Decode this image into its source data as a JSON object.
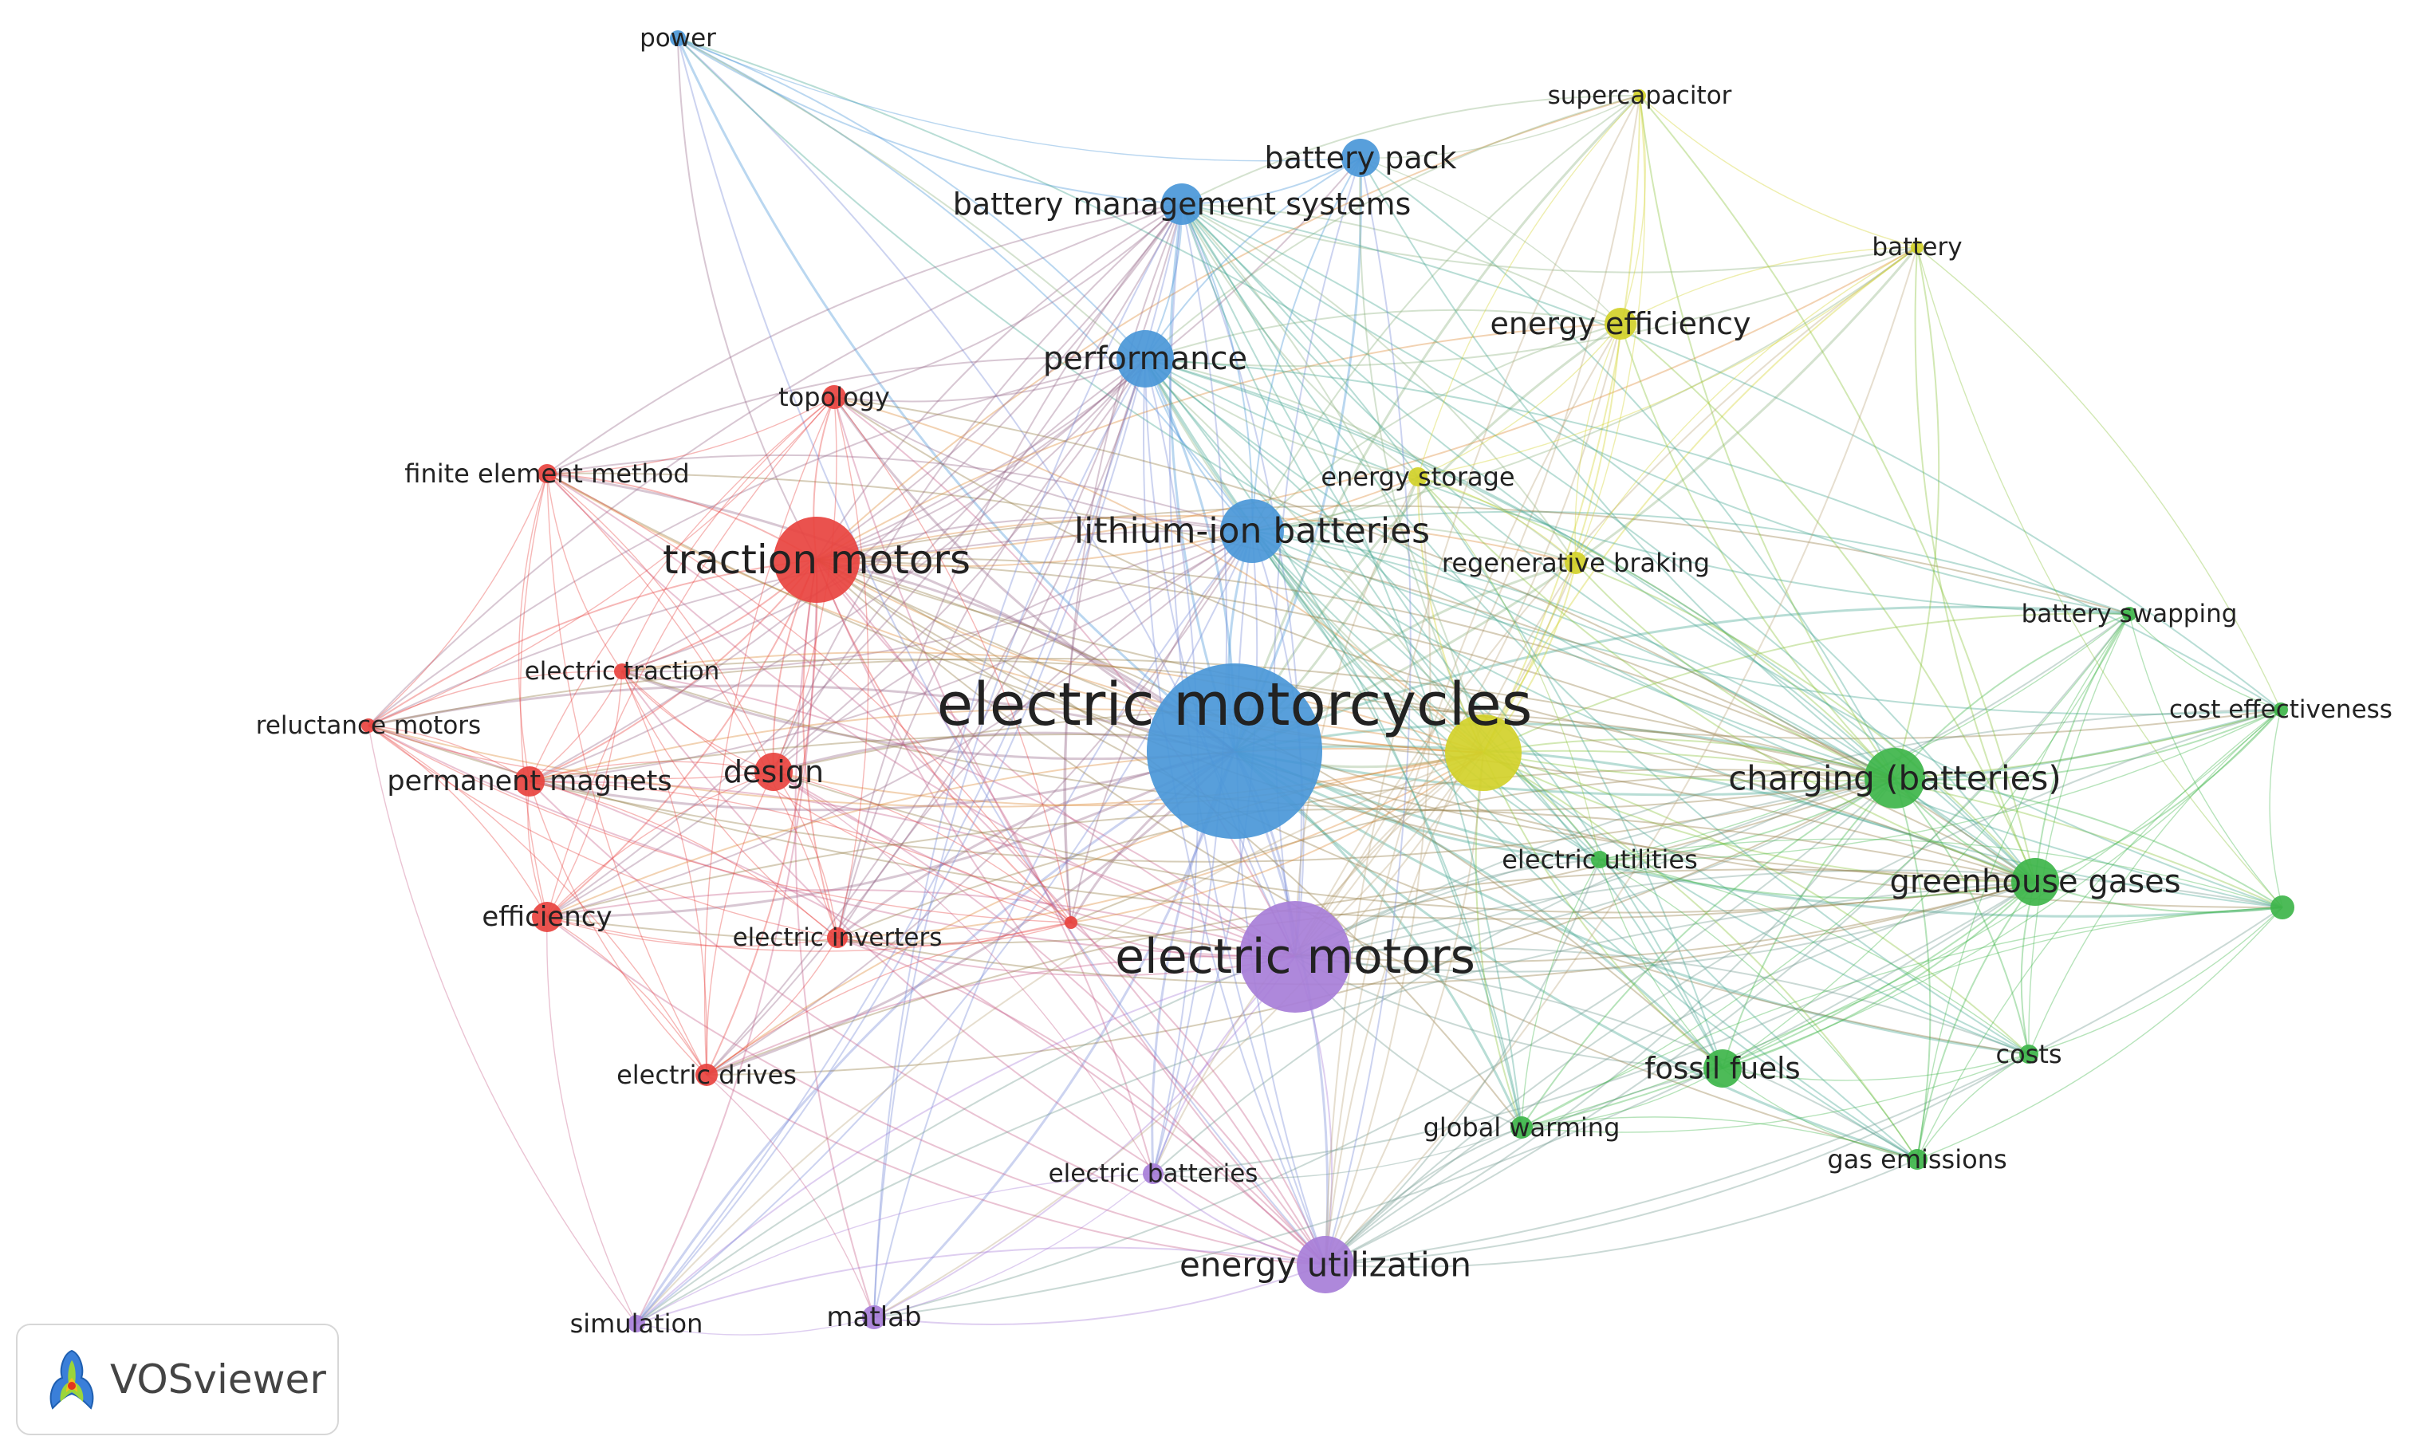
{
  "diagram": {
    "type": "co-occurrence network",
    "clusters": {
      "red": "#e8433f",
      "blue": "#4a97d8",
      "yellow": "#d3d12a",
      "green": "#3eb54a",
      "purple": "#a77ed8"
    },
    "nodes": [
      {
        "id": "electric-motorcycles",
        "label": "electric motorcycles",
        "cluster": "blue"
      },
      {
        "id": "power",
        "label": "power",
        "cluster": "blue"
      },
      {
        "id": "battery-pack",
        "label": "battery pack",
        "cluster": "blue"
      },
      {
        "id": "battery-management-systems",
        "label": "battery management systems",
        "cluster": "blue"
      },
      {
        "id": "performance",
        "label": "performance",
        "cluster": "blue"
      },
      {
        "id": "lithium-ion-batteries",
        "label": "lithium-ion batteries",
        "cluster": "blue"
      },
      {
        "id": "traction-motors",
        "label": "traction motors",
        "cluster": "red"
      },
      {
        "id": "topology",
        "label": "topology",
        "cluster": "red"
      },
      {
        "id": "finite-element-method",
        "label": "finite element method",
        "cluster": "red"
      },
      {
        "id": "electric-traction",
        "label": "electric traction",
        "cluster": "red"
      },
      {
        "id": "reluctance-motors",
        "label": "reluctance motors",
        "cluster": "red"
      },
      {
        "id": "permanent-magnets",
        "label": "permanent magnets",
        "cluster": "red"
      },
      {
        "id": "design",
        "label": "design",
        "cluster": "red"
      },
      {
        "id": "efficiency",
        "label": "efficiency",
        "cluster": "red"
      },
      {
        "id": "electric-inverters",
        "label": "electric inverters",
        "cluster": "red"
      },
      {
        "id": "electric-drives",
        "label": "electric drives",
        "cluster": "red"
      },
      {
        "id": "red-small",
        "label": "",
        "cluster": "red"
      },
      {
        "id": "supercapacitor",
        "label": "supercapacitor",
        "cluster": "yellow"
      },
      {
        "id": "battery",
        "label": "battery",
        "cluster": "yellow"
      },
      {
        "id": "energy-efficiency",
        "label": "energy efficiency",
        "cluster": "yellow"
      },
      {
        "id": "energy-storage",
        "label": "energy storage",
        "cluster": "yellow"
      },
      {
        "id": "regenerative-braking",
        "label": "regenerative braking",
        "cluster": "yellow"
      },
      {
        "id": "yellow-hub",
        "label": "",
        "cluster": "yellow"
      },
      {
        "id": "battery-swapping",
        "label": "battery swapping",
        "cluster": "green"
      },
      {
        "id": "cost-effectiveness",
        "label": "cost effectiveness",
        "cluster": "green"
      },
      {
        "id": "charging-batteries",
        "label": "charging (batteries)",
        "cluster": "green"
      },
      {
        "id": "electric-utilities",
        "label": "electric utilities",
        "cluster": "green"
      },
      {
        "id": "greenhouse-gases",
        "label": "greenhouse gases",
        "cluster": "green"
      },
      {
        "id": "green-small",
        "label": "",
        "cluster": "green"
      },
      {
        "id": "fossil-fuels",
        "label": "fossil fuels",
        "cluster": "green"
      },
      {
        "id": "costs",
        "label": "costs",
        "cluster": "green"
      },
      {
        "id": "global-warming",
        "label": "global warming",
        "cluster": "green"
      },
      {
        "id": "gas-emissions",
        "label": "gas emissions",
        "cluster": "green"
      },
      {
        "id": "electric-motors",
        "label": "electric motors",
        "cluster": "purple"
      },
      {
        "id": "electric-batteries",
        "label": "electric batteries",
        "cluster": "purple"
      },
      {
        "id": "energy-utilization",
        "label": "energy utilization",
        "cluster": "purple"
      },
      {
        "id": "simulation",
        "label": "simulation",
        "cluster": "purple"
      },
      {
        "id": "matlab",
        "label": "matlab",
        "cluster": "purple"
      }
    ]
  },
  "logo": {
    "text": "VOSviewer",
    "icon": "vosviewer-logo-icon"
  }
}
